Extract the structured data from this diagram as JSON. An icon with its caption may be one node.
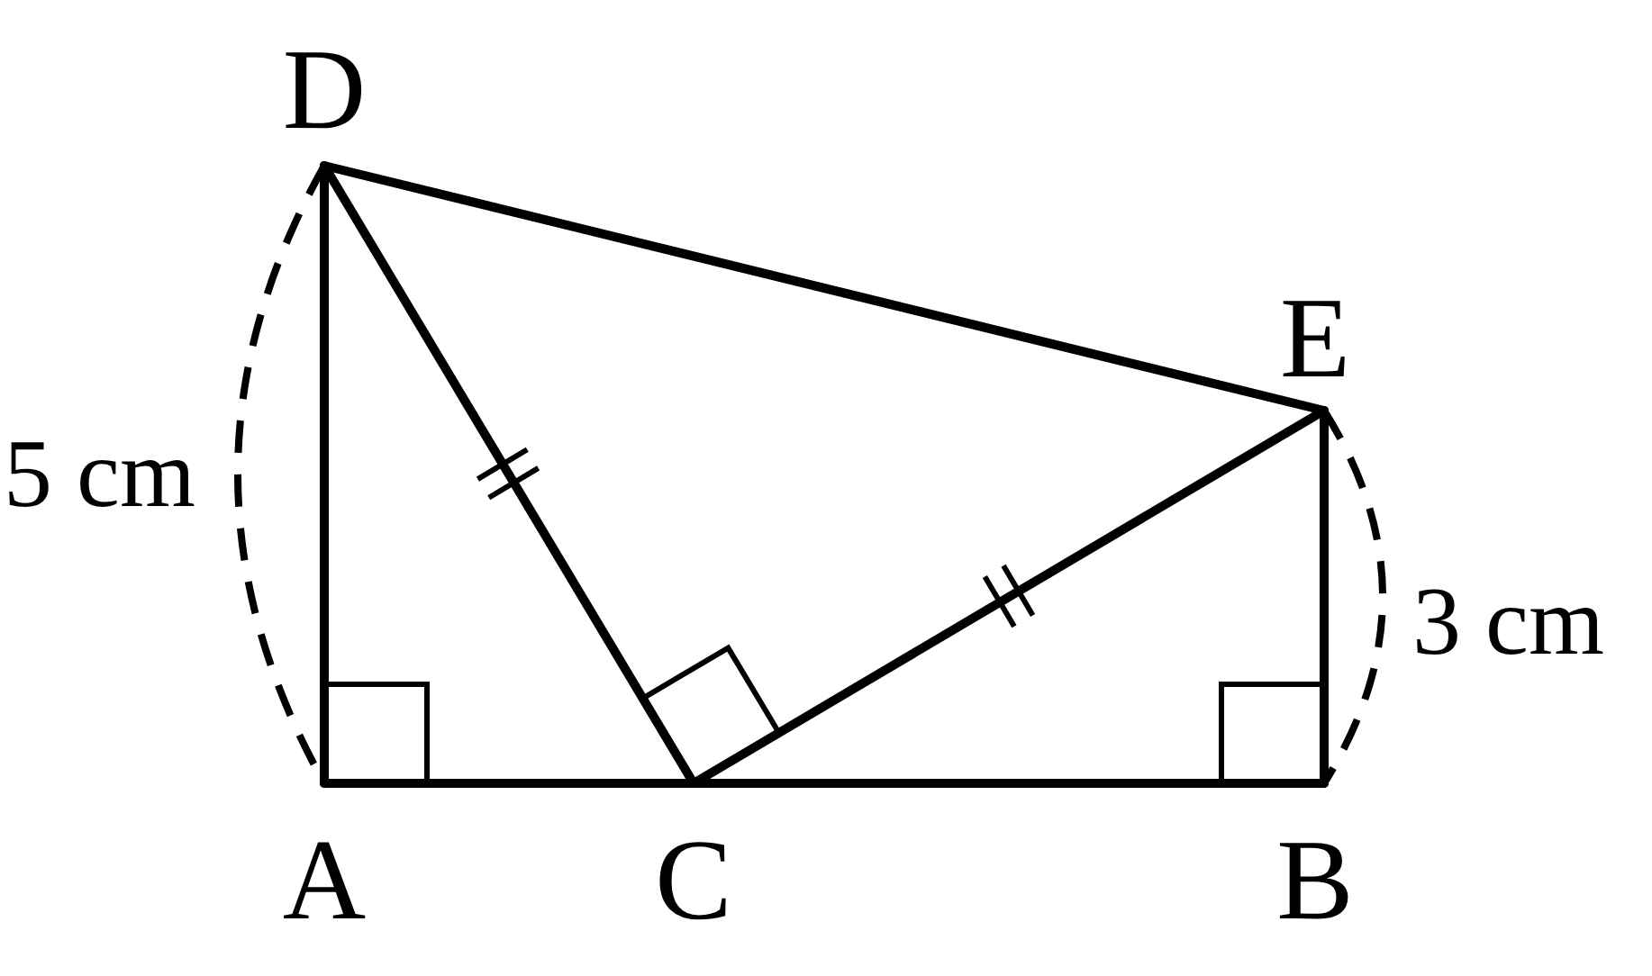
{
  "diagram": {
    "nodes": [
      {
        "text": [
          "D"
        ]
      },
      {
        "text": [
          "E"
        ]
      },
      {
        "text": [
          "A"
        ]
      },
      {
        "text": [
          "C"
        ]
      },
      {
        "text": [
          "B"
        ]
      }
    ],
    "edges": [
      {
        "from": 0,
        "to": 2,
        "arrow": "none"
      },
      {
        "from": 2,
        "to": 3,
        "arrow": "none"
      },
      {
        "from": 3,
        "to": 4,
        "arrow": "none"
      },
      {
        "from": 4,
        "to": 1,
        "arrow": "none"
      },
      {
        "from": 1,
        "to": 0,
        "arrow": "none"
      },
      {
        "from": 0,
        "to": 3,
        "arrow": "none"
      },
      {
        "from": 3,
        "to": 1,
        "arrow": "none"
      }
    ],
    "labels": [
      "5 cm",
      "3 cm"
    ]
  }
}
